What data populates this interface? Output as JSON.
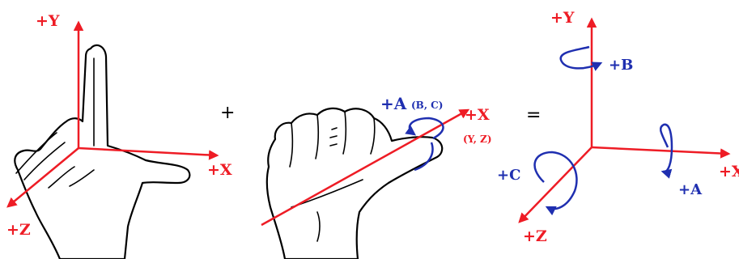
{
  "colors": {
    "axis": "#ee1c25",
    "rotation": "#1f2fb0",
    "ink": "#000000",
    "background": "#ffffff"
  },
  "left_hand": {
    "y_label": "+Y",
    "x_label": "+X",
    "z_label": "+Z"
  },
  "plus_sign": "+",
  "right_hand": {
    "rotation_label": "+A",
    "rotation_sub_label": "(B, C)",
    "axis_label": "+X",
    "axis_sub_label": "(Y, Z)"
  },
  "equals_sign": "=",
  "axes_diagram": {
    "y_label": "+Y",
    "x_label": "+X",
    "z_label": "+Z",
    "a_label": "+A",
    "b_label": "+B",
    "c_label": "+C"
  }
}
